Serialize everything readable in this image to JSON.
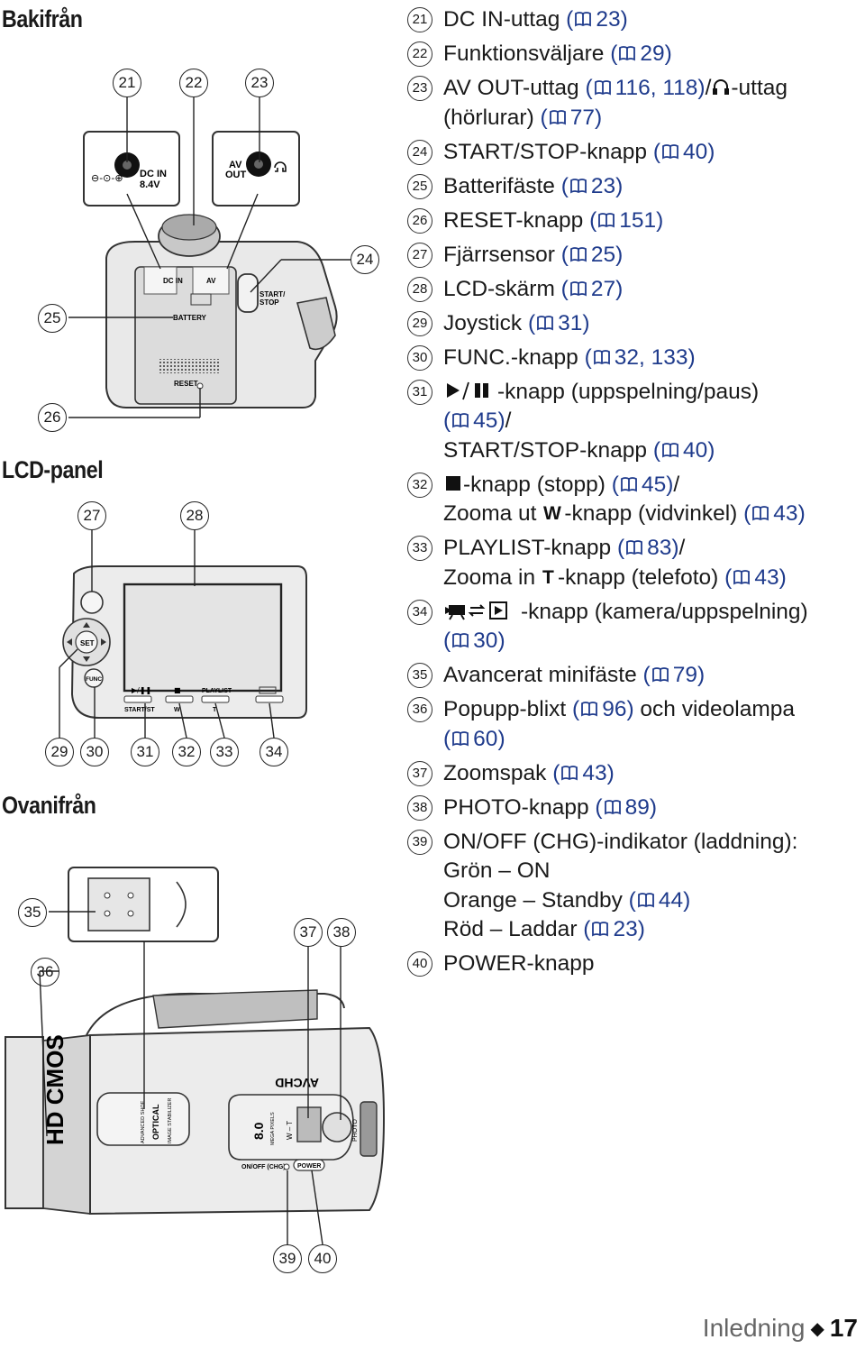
{
  "sections": {
    "back": "Bakifrån",
    "lcd": "LCD-panel",
    "top": "Ovanifrån"
  },
  "callouts": {
    "c21": "21",
    "c22": "22",
    "c23": "23",
    "c24": "24",
    "c25": "25",
    "c26": "26",
    "c27": "27",
    "c28": "28",
    "c29": "29",
    "c30": "30",
    "c31": "31",
    "c32": "32",
    "c33": "33",
    "c34": "34",
    "c35": "35",
    "c36": "36",
    "c37": "37",
    "c38": "38",
    "c39": "39",
    "c40": "40"
  },
  "diagram_labels": {
    "dc_in_jack": "DC IN",
    "dc_in_voltage": "8.4V",
    "av_out": "AV",
    "av_out2": "OUT",
    "body_dc_in": "DC IN",
    "body_av": "AV",
    "start_stop": "START/",
    "start_stop2": "STOP",
    "battery": "BATTERY",
    "reset": "RESET",
    "set": "SET",
    "func": "FUNC",
    "play_pause": "▶/❚❚",
    "stop": "■",
    "playlist": "PLAYLIST",
    "start_st": "START/ST",
    "w": "W",
    "t": "T",
    "on_off": "ON/OFF (CHG)",
    "power": "POWER",
    "avchd": "AVCHD",
    "optical": "OPTICAL",
    "image_stabilizer": "IMAGE STABILIZER",
    "advanced_shoe": "ADVANCED SHOE",
    "mega": "8.0",
    "mega_pixels": "MEGA PIXELS",
    "hd_cmos": "HD CMOS",
    "photo": "PHOTO",
    "zoom": "W – T"
  },
  "parts": [
    {
      "num": "21",
      "lines": [
        [
          "DC IN-uttag (",
          "23",
          ")"
        ]
      ]
    },
    {
      "num": "22",
      "lines": [
        [
          "Funktionsväljare (",
          "29",
          ")"
        ]
      ]
    },
    {
      "num": "23",
      "lines": [
        [
          "AV OUT-uttag (",
          "116, 118",
          ")/",
          "-uttag"
        ],
        [
          "(hörlurar) (",
          "77",
          ")"
        ]
      ]
    },
    {
      "num": "24",
      "lines": [
        [
          "START/STOP-knapp (",
          "40",
          ")"
        ]
      ]
    },
    {
      "num": "25",
      "lines": [
        [
          "Batterifäste (",
          "23",
          ")"
        ]
      ]
    },
    {
      "num": "26",
      "lines": [
        [
          "RESET-knapp (",
          "151",
          ")"
        ]
      ]
    },
    {
      "num": "27",
      "lines": [
        [
          "Fjärrsensor (",
          "25",
          ")"
        ]
      ]
    },
    {
      "num": "28",
      "lines": [
        [
          "LCD-skärm (",
          "27",
          ")"
        ]
      ]
    },
    {
      "num": "29",
      "lines": [
        [
          "Joystick (",
          "31",
          ")"
        ]
      ]
    },
    {
      "num": "30",
      "lines": [
        [
          "FUNC.-knapp (",
          "32, 133",
          ")"
        ]
      ]
    },
    {
      "num": "31",
      "lines": [
        [
          "",
          "-knapp (uppspelning/paus)"
        ],
        [
          "(",
          "45",
          ")/"
        ],
        [
          "START/STOP-knapp (",
          "40",
          ")"
        ]
      ]
    },
    {
      "num": "32",
      "lines": [
        [
          "-knapp (stopp) (",
          "45",
          ")/"
        ],
        [
          "Zooma ut ",
          "-knapp (vidvinkel) (",
          "43",
          ")"
        ]
      ]
    },
    {
      "num": "33",
      "lines": [
        [
          "PLAYLIST-knapp (",
          "83",
          ")/"
        ],
        [
          "Zooma in ",
          "-knapp (telefoto) (",
          "43",
          ")"
        ]
      ]
    },
    {
      "num": "34",
      "lines": [
        [
          "-knapp (kamera/uppspelning)"
        ],
        [
          "(",
          "30",
          ")"
        ]
      ]
    },
    {
      "num": "35",
      "lines": [
        [
          "Avancerat minifäste (",
          "79",
          ")"
        ]
      ]
    },
    {
      "num": "36",
      "lines": [
        [
          "Popupp-blixt (",
          "96",
          ") och videolampa"
        ],
        [
          "(",
          "60",
          ")"
        ]
      ]
    },
    {
      "num": "37",
      "lines": [
        [
          "Zoomspak (",
          "43",
          ")"
        ]
      ]
    },
    {
      "num": "38",
      "lines": [
        [
          "PHOTO-knapp (",
          "89",
          ")"
        ]
      ]
    },
    {
      "num": "39",
      "lines": [
        [
          "ON/OFF (CHG)-indikator (laddning):"
        ],
        [
          "Grön – ON"
        ],
        [
          "Orange – Standby (",
          "44",
          ")"
        ],
        [
          "Röd – Laddar (",
          "23",
          ")"
        ]
      ]
    },
    {
      "num": "40",
      "lines": [
        [
          "POWER-knapp"
        ]
      ]
    }
  ],
  "footer": {
    "section": "Inledning",
    "page": "17"
  }
}
